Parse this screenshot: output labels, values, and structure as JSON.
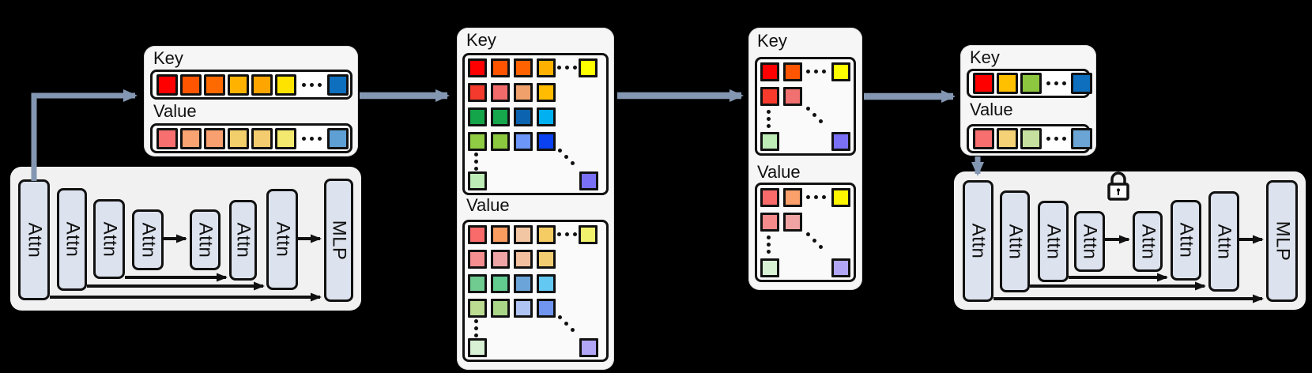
{
  "colors": {
    "flow_arrow": "#8497b2",
    "skip_arrow": "#111111",
    "block_fill": "#dde3ee",
    "panel_bg": "#f1f1f1"
  },
  "stage1_cache": {
    "key_label": "Key",
    "value_label": "Value",
    "key_tokens": [
      "#fe0000",
      "#ff5500",
      "#ff6a00",
      "#ffb300",
      "#ffa500",
      "#ffe300",
      "#0d6fbe"
    ],
    "value_tokens": [
      "#f76f6f",
      "#f9a272",
      "#f8a06f",
      "#f3cf6b",
      "#f2cc6e",
      "#f3e96e",
      "#5e9fd4"
    ]
  },
  "stage2_cache": {
    "key_label": "Key",
    "value_label": "Value",
    "key_grid": {
      "rows": [
        [
          "#fe0000",
          "#ff5300",
          "#ff6200",
          "#ffb100"
        ],
        [
          "#f43a2c",
          "#f16b6b",
          "#efa06b",
          "#ffbc00"
        ],
        [
          "#14a449",
          "#16a74d",
          "#0c64b0",
          "#00b0f0"
        ],
        [
          "#8fcc44",
          "#8cc83f",
          "#6c96f7",
          "#0a41f0"
        ]
      ],
      "top_right": "#ffff00",
      "bottom_left": "#bdecb6",
      "bottom_right": "#7a70f5"
    },
    "value_grid": {
      "rows": [
        [
          "#f96b6b",
          "#f99c60",
          "#f2c6a2",
          "#f5cc64"
        ],
        [
          "#f58f8f",
          "#efa5a5",
          "#f2c09e",
          "#f2cc71"
        ],
        [
          "#70cb90",
          "#62cb90",
          "#6ba4d8",
          "#64c9f2"
        ],
        [
          "#bcdc92",
          "#a9d787",
          "#afc4f2",
          "#7095f0"
        ]
      ],
      "top_right": "#f0f26e",
      "bottom_left": "#d8f0d4",
      "bottom_right": "#b0a6f5"
    }
  },
  "stage3_cache": {
    "key_label": "Key",
    "value_label": "Value",
    "key_grid": {
      "rows": [
        [
          "#fe0000",
          "#ff5500"
        ],
        [
          "#f93b2d",
          "#f17070"
        ]
      ],
      "top_right": "#ffff00",
      "bottom_left": "#bdecb6",
      "bottom_right": "#7a70f5"
    },
    "value_grid": {
      "rows": [
        [
          "#f96b6b",
          "#f9a06b"
        ],
        [
          "#f58b8b",
          "#efa3a3"
        ]
      ],
      "top_right": "#fef500",
      "bottom_left": "#d8f0d4",
      "bottom_right": "#b0a6f5"
    }
  },
  "stage4_cache": {
    "key_label": "Key",
    "value_label": "Value",
    "key_tokens": [
      "#fe0000",
      "#ffc000",
      "#8dc63f",
      "#0d6fbe"
    ],
    "value_tokens": [
      "#f76f6f",
      "#f5d276",
      "#c5e09f",
      "#6ba5d6"
    ]
  },
  "unet_left": {
    "blocks": [
      "Attn",
      "Attn",
      "Attn",
      "Attn",
      "Attn",
      "Attn",
      "Attn",
      "MLP"
    ]
  },
  "unet_right": {
    "blocks": [
      "Attn",
      "Attn",
      "Attn",
      "Attn",
      "Attn",
      "Attn",
      "Attn",
      "MLP"
    ]
  }
}
